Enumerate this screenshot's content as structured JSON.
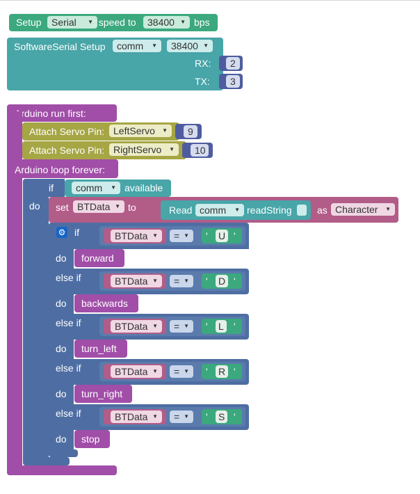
{
  "colors": {
    "setup_serial": "#3ca87e",
    "software_serial": "#48a5a8",
    "arduino": "#a14ea8",
    "servo": "#a6a645",
    "number": "#4f5da0",
    "if_block": "#4e6ea3",
    "compare": "#5a7bac",
    "variable": "#b25c88"
  },
  "setup_serial": {
    "prefix": "Setup",
    "port": "Serial",
    "middle": ": speed to",
    "speed": "38400",
    "suffix": "bps"
  },
  "software_serial": {
    "label": "SoftwareSerial Setup",
    "name": "comm",
    "speed": "38400",
    "rx_label": "RX:",
    "rx_value": "2",
    "tx_label": "TX:",
    "tx_value": "3"
  },
  "run_first": {
    "label": "Arduino run first:",
    "servos": [
      {
        "label": "Attach Servo Pin:",
        "servo": "LeftServo",
        "pin": "9"
      },
      {
        "label": "Attach Servo Pin:",
        "servo": "RightServo",
        "pin": "10"
      }
    ]
  },
  "loop": {
    "label": "Arduino loop forever:",
    "outer_if": {
      "if_label": "if",
      "do_label": "do",
      "stream": "comm",
      "available_label": "available"
    },
    "set_block": {
      "set_label": "set",
      "variable": "BTData",
      "to_label": "to",
      "read_label": "Read",
      "stream": "comm",
      "read_string_label": "readString",
      "as_label": "as",
      "type": "Character"
    },
    "inner_if": {
      "if_label": "if",
      "else_if_label": "else if",
      "do_label": "do",
      "operator": "=",
      "branches": [
        {
          "variable": "BTData",
          "char": "U",
          "action": "forward"
        },
        {
          "variable": "BTData",
          "char": "D",
          "action": "backwards"
        },
        {
          "variable": "BTData",
          "char": "L",
          "action": "turn_left"
        },
        {
          "variable": "BTData",
          "char": "R",
          "action": "turn_right"
        },
        {
          "variable": "BTData",
          "char": "S",
          "action": "stop"
        }
      ]
    }
  }
}
